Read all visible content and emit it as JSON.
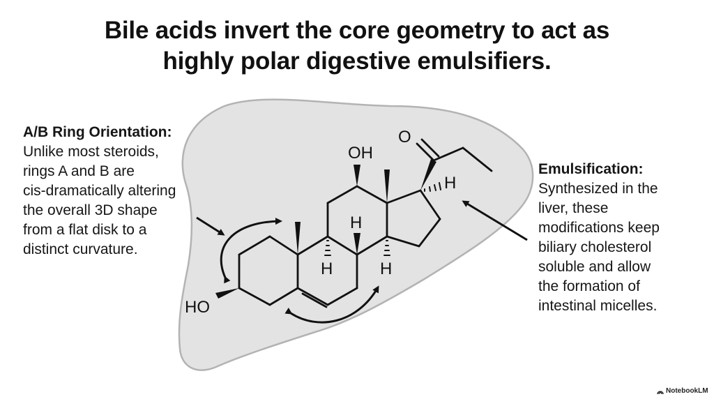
{
  "title": {
    "line1": "Bile acids invert the core geometry to act as",
    "line2": "highly polar digestive emulsifiers."
  },
  "left_annotation": {
    "heading": "A/B Ring Orientation:",
    "lines": [
      "Unlike most steroids,",
      "rings A and B are",
      "cis-dramatically altering",
      "the overall 3D shape",
      "from a flat disk to a",
      "distinct curvature."
    ]
  },
  "right_annotation": {
    "heading": "Emulsification:",
    "lines": [
      "Synthesized in the",
      "liver, these",
      "modifications keep",
      "biliary cholesterol",
      "soluble and allow",
      "the formation of",
      "intestinal micelles."
    ]
  },
  "molecule_labels": {
    "oh_top": "OH",
    "ho_left": "HO",
    "carbonyl_o": "O",
    "h_c17": "H",
    "h_c14": "H",
    "h_c9": "H",
    "h_c8": "H"
  },
  "colors": {
    "liver_fill": "#e3e3e3",
    "liver_stroke": "#b3b3b3",
    "ink": "#111111"
  },
  "watermark": {
    "text": "NotebookLM",
    "icon": "notebooklm-logo-icon"
  }
}
